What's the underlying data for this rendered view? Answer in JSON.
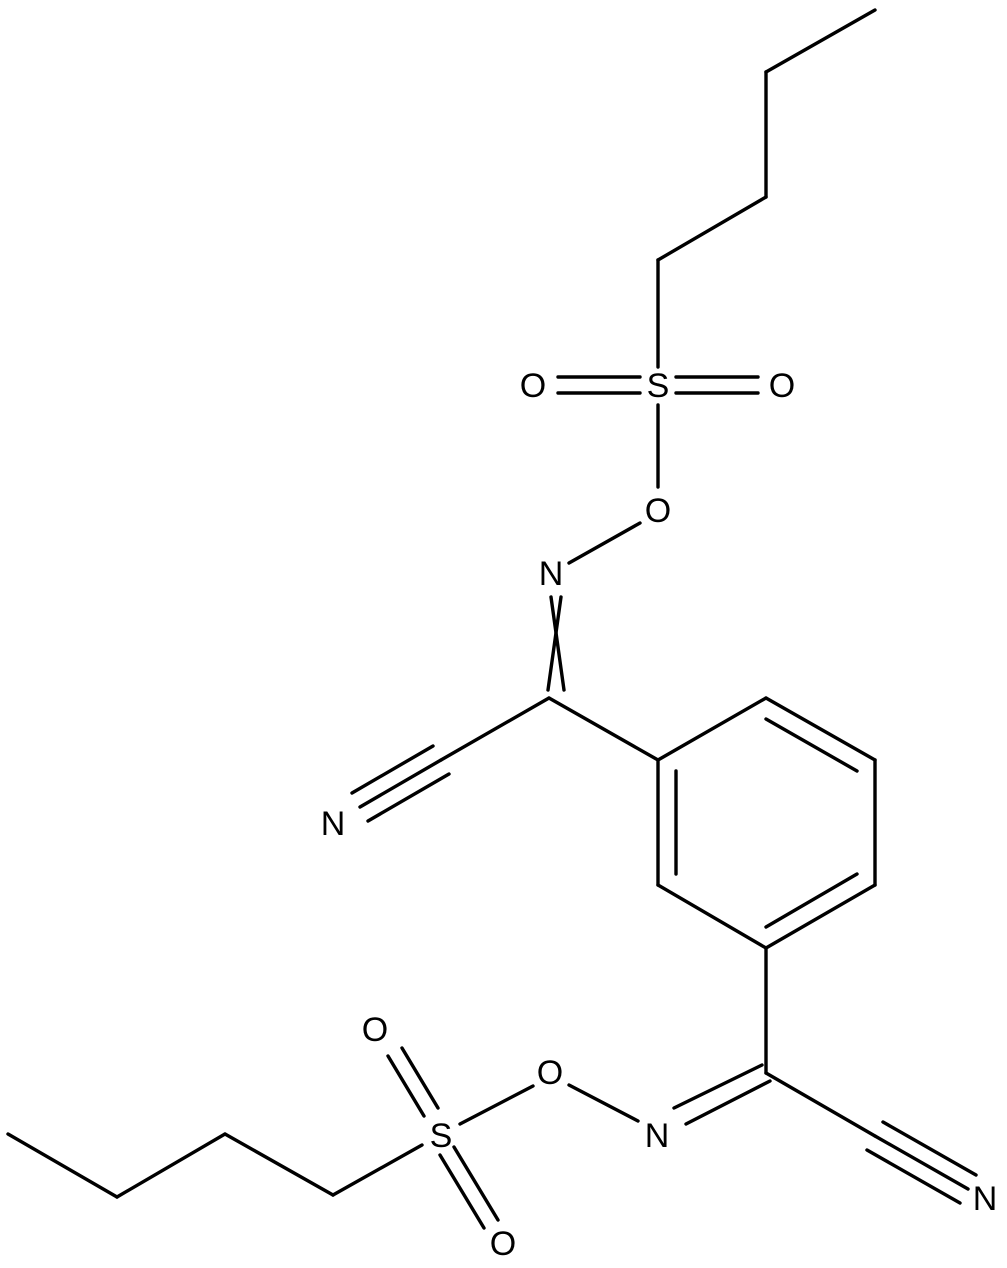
{
  "diagram": {
    "type": "skeletal-structure",
    "colors": {
      "ink": "#000000",
      "background": "#ffffff"
    },
    "atoms": {
      "o_top_left": "O",
      "s_top": "S",
      "o_top_right": "O",
      "o_top_ester": "O",
      "n_top_imine": "N",
      "n_top_nitrile": "N",
      "o_bottom_upper": "O",
      "o_bottom_ester": "O",
      "s_bottom": "S",
      "n_bottom_imine": "N",
      "o_bottom_lower": "O",
      "n_bottom_nitrile": "N"
    }
  }
}
